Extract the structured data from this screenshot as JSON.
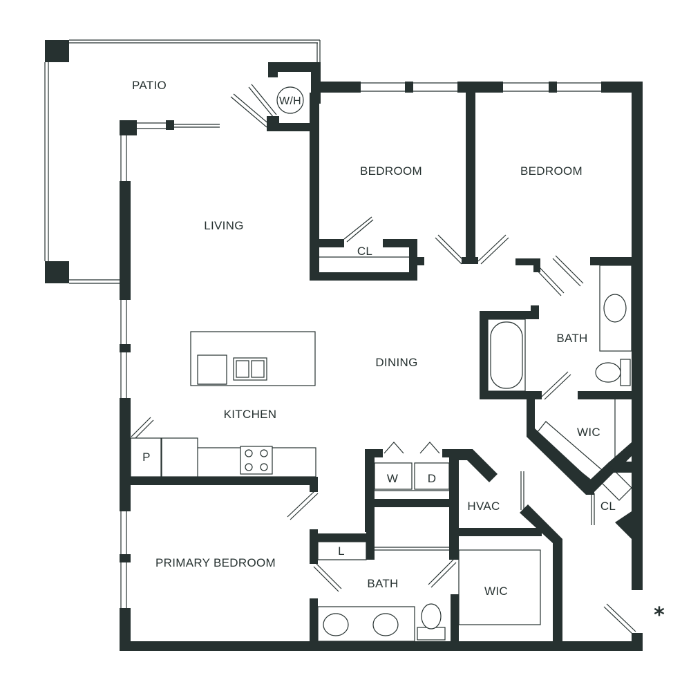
{
  "rooms": {
    "patio": "PATIO",
    "wh": "W/H",
    "bedroom_1": "BEDROOM",
    "bedroom_2": "BEDROOM",
    "living": "LIVING",
    "closet_1": "CL",
    "dining": "DINING",
    "bath_1": "BATH",
    "kitchen": "KITCHEN",
    "pantry": "P",
    "washer": "W",
    "dryer": "D",
    "wic_1": "WIC",
    "hvac": "HVAC",
    "closet_2": "CL",
    "linen": "L",
    "primary_bedroom": "PRIMARY BEDROOM",
    "bath_2": "BATH",
    "wic_2": "WIC"
  },
  "entry_marker": "*",
  "colors": {
    "wall": "#263130",
    "background": "#ffffff"
  }
}
